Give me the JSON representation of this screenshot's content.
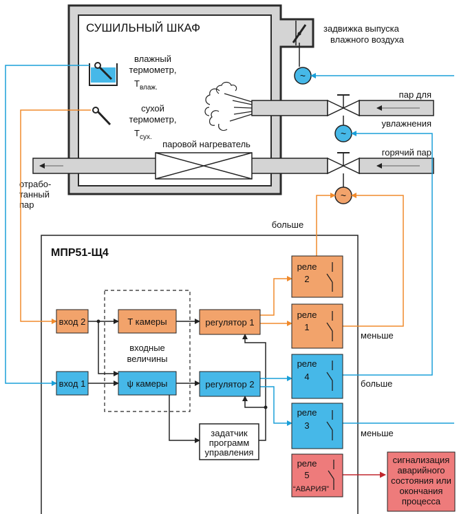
{
  "cabinet": {
    "title": "СУШИЛЬНЫЙ ШКАФ"
  },
  "sensors": {
    "wet": {
      "line1": "влажный",
      "line2": "термометр,",
      "symbol": "T",
      "sub": "влаж."
    },
    "dry": {
      "line1": "сухой",
      "line2": "термометр,",
      "symbol": "T",
      "sub": "сух."
    }
  },
  "damper": {
    "line1": "задвижка выпуска",
    "line2": "влажного воздуха"
  },
  "pipes": {
    "steam_humid_1": "пар для",
    "steam_humid_2": "увлажнения",
    "hot_steam": "горячий пар",
    "heater": "паровой нагреватель",
    "exhaust_1": "отрабо-",
    "exhaust_2": "танный",
    "exhaust_3": "пар"
  },
  "device": {
    "title": "МПР51-Щ4"
  },
  "blocks": {
    "input2": "вход 2",
    "input1": "вход 1",
    "tcam": "T камеры",
    "psicam": "ψ камеры",
    "inputs_1": "входные",
    "inputs_2": "величины",
    "reg1": "регулятор 1",
    "reg2": "регулятор 2",
    "prog_1": "задатчик",
    "prog_2": "программ",
    "prog_3": "управления"
  },
  "relays": [
    {
      "name": "реле",
      "num": "2",
      "extra": ""
    },
    {
      "name": "реле",
      "num": "1",
      "extra": ""
    },
    {
      "name": "реле",
      "num": "4",
      "extra": ""
    },
    {
      "name": "реле",
      "num": "3",
      "extra": ""
    },
    {
      "name": "реле",
      "num": "5",
      "extra": "“АВАРИЯ”"
    }
  ],
  "signals": {
    "more_top": "больше",
    "less_1": "меньше",
    "more_2": "больше",
    "less_2": "меньше"
  },
  "alarm": {
    "l1": "сигнализация",
    "l2": "аварийного",
    "l3": "состояния или",
    "l4": "окончания",
    "l5": "процесса"
  },
  "colors": {
    "orange": "#f2a36b",
    "blue": "#46b8e8",
    "red": "#ee7b7b",
    "cabinet": "#d4d4d4",
    "orange_line": "#f08a2c",
    "blue_line": "#1a9fd8",
    "red_line": "#c0272d"
  }
}
